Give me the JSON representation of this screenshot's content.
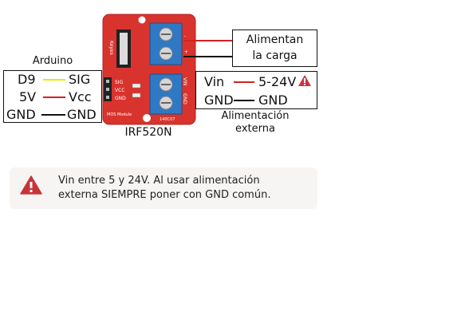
{
  "arduino": {
    "title": "Arduino",
    "rows": [
      {
        "left": "D9",
        "right": "SIG",
        "wire_color": "#f2e500"
      },
      {
        "left": "5V",
        "right": "Vcc",
        "wire_color": "#d42020"
      },
      {
        "left": "GND",
        "right": "GND",
        "wire_color": "#111111"
      }
    ]
  },
  "board": {
    "name": "IRF520N",
    "silk_brand": "Keyes",
    "silk_pins": [
      "SIG",
      "VCC",
      "GND"
    ],
    "silk_module": "MOS Module",
    "silk_code": "140C07",
    "silk_vin": "VIN",
    "silk_gnd": "GND",
    "colors": {
      "pcb": "#d8342d",
      "terminal": "#2f78c4"
    }
  },
  "load": {
    "lines": [
      "Alimentan",
      "la carga"
    ],
    "wire_colors": [
      "#d42020",
      "#111111"
    ]
  },
  "external": {
    "rows": [
      {
        "left": "Vin",
        "right": "5-24V",
        "wire_color": "#d42020",
        "warning": true
      },
      {
        "left": "GND",
        "right": "GND",
        "wire_color": "#111111",
        "warning": false
      }
    ],
    "caption": [
      "Alimentación",
      "externa"
    ]
  },
  "note": {
    "icon": "warning-triangle-icon",
    "lines": [
      "Vin entre 5 y 24V. Al usar alimentación",
      "externa SIEMPRE poner con GND común."
    ]
  }
}
